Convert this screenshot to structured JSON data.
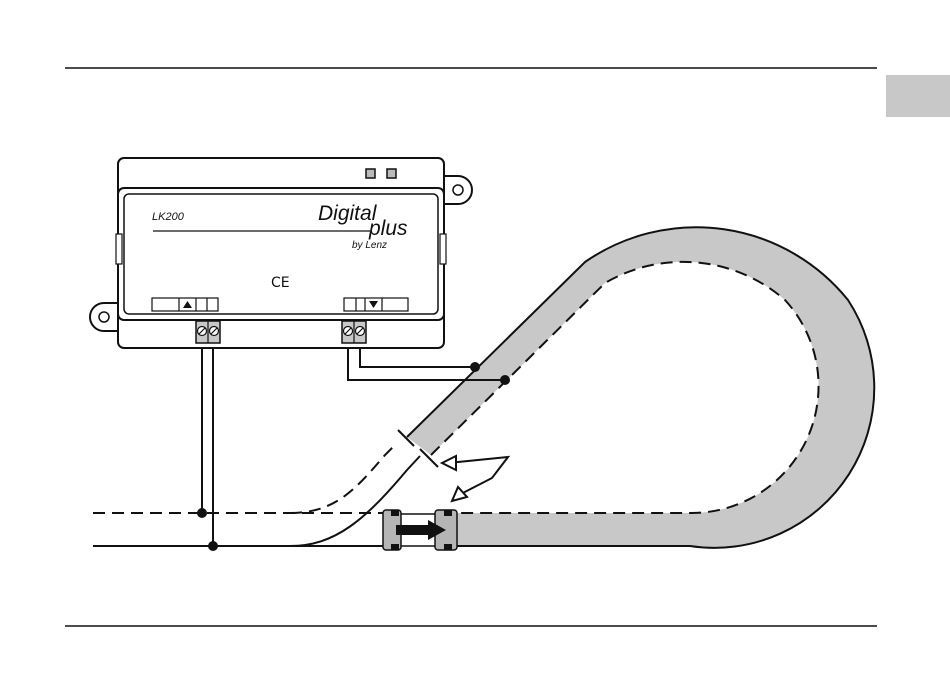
{
  "device": {
    "model": "LK200",
    "brand_line1": "Digital",
    "brand_line2": "plus",
    "brand_line3": "by Lenz",
    "mark": "CE",
    "button_up_icon": "triangle-up-icon",
    "button_down_icon": "triangle-down-icon"
  },
  "colors": {
    "line": "#111111",
    "isolated_section": "#c8c8c8",
    "tab": "#c8c8c8",
    "locomotive": "#b5b5b5"
  },
  "icons": {
    "direction_arrow": "arrow-right-icon",
    "pointer_arrows": "double-arrow-icon",
    "screw_terminal": "screw-terminal-icon"
  }
}
